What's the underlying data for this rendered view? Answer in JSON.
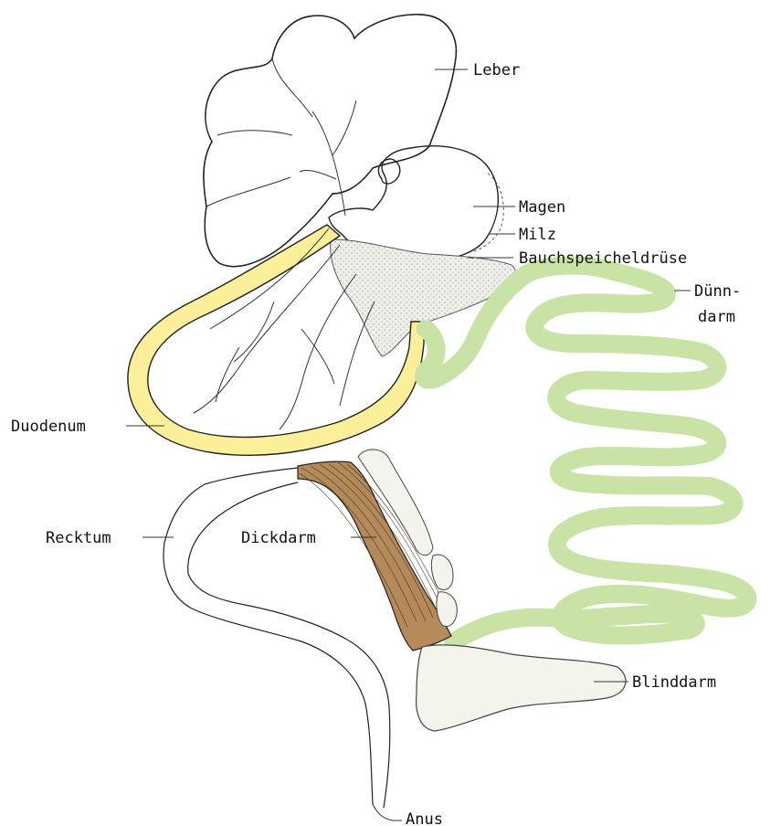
{
  "labels": {
    "leber": "Leber",
    "magen": "Magen",
    "milz": "Milz",
    "bauchspeicheldruese": "Bauchspeicheldrüse",
    "duenndarm_1": "Dünn-",
    "duenndarm_2": "darm",
    "duodenum": "Duodenum",
    "recktum": "Recktum",
    "dickdarm": "Dickdarm",
    "blinddarm": "Blinddarm",
    "anus": "Anus"
  },
  "colors": {
    "leber": "#ecebe4",
    "magen": "#c4c4c4",
    "duodenum": "#fbef9a",
    "duenndarm": "#c9e2a6",
    "dickdarm": "#b58a5a",
    "blinddarm": "#f4f3ec",
    "pankreas": "#efeee8"
  }
}
